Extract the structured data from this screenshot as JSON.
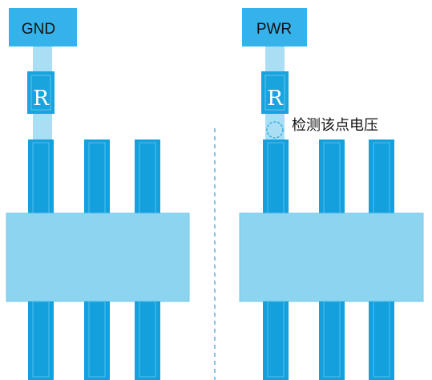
{
  "left": {
    "rail_label": "GND",
    "resistor_label": "R"
  },
  "right": {
    "rail_label": "PWR",
    "resistor_label": "R",
    "annotation": "检测该点电压"
  },
  "colors": {
    "rail_box": "#35b2e9",
    "connector": "#a9def4",
    "resistor_box": "#1aa4de",
    "pin": "#13a0dd",
    "pin_inner": "#47bcec",
    "body": "#8dd4f1",
    "body_border": "#74c7ea",
    "divider": "#7fc6e8",
    "probe": "#1aa4de"
  }
}
